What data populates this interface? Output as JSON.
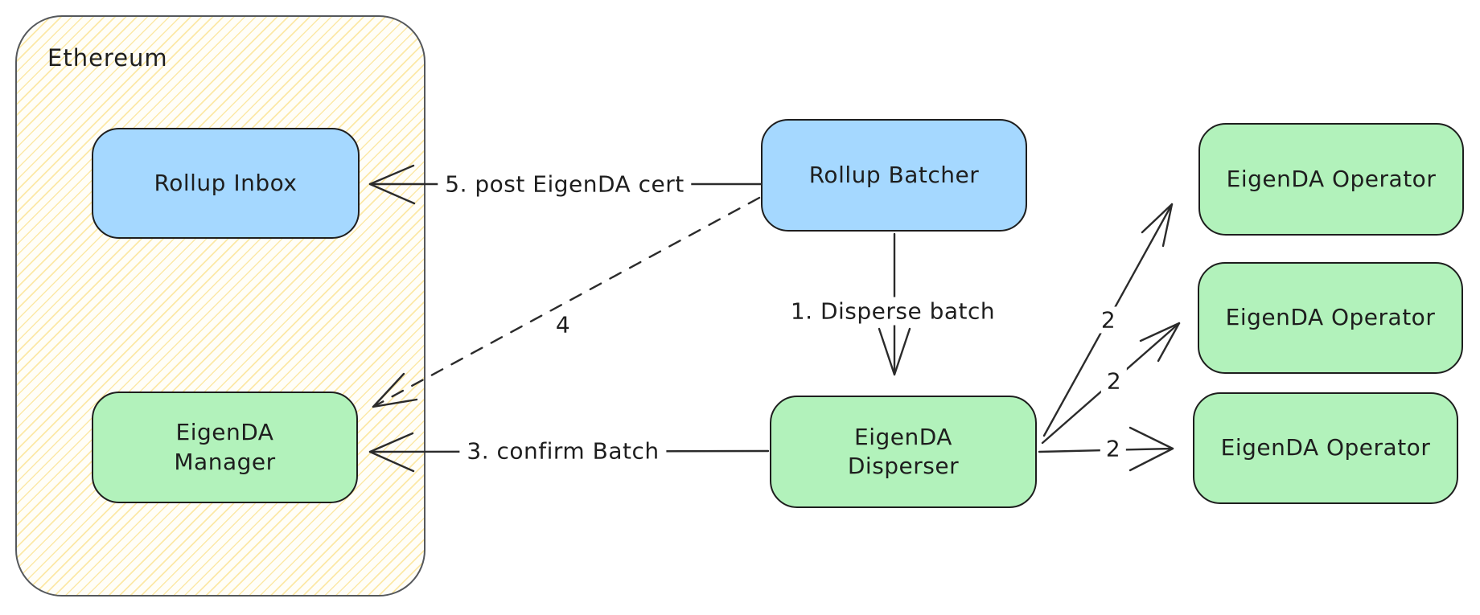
{
  "diagram": {
    "container": {
      "label": "Ethereum"
    },
    "nodes": {
      "rollup_inbox": {
        "label": "Rollup Inbox",
        "fill": "#a5d8ff"
      },
      "eigenda_manager": {
        "label": "EigenDA\nManager",
        "fill": "#b2f2bb"
      },
      "rollup_batcher": {
        "label": "Rollup Batcher",
        "fill": "#a5d8ff"
      },
      "eigenda_disperser": {
        "label": "EigenDA\nDisperser",
        "fill": "#b2f2bb"
      },
      "operators": [
        {
          "label": "EigenDA Operator",
          "fill": "#b2f2bb"
        },
        {
          "label": "EigenDA Operator",
          "fill": "#b2f2bb"
        },
        {
          "label": "EigenDA Operator",
          "fill": "#b2f2bb"
        }
      ]
    },
    "edges": {
      "disperse_batch": {
        "label": "1. Disperse batch",
        "style": "solid",
        "from": "rollup_batcher",
        "to": "eigenda_disperser"
      },
      "shard_1": {
        "label": "2",
        "style": "solid",
        "from": "eigenda_disperser",
        "to": "operator_1"
      },
      "shard_2": {
        "label": "2",
        "style": "solid",
        "from": "eigenda_disperser",
        "to": "operator_2"
      },
      "shard_3": {
        "label": "2",
        "style": "solid",
        "from": "eigenda_disperser",
        "to": "operator_3"
      },
      "confirm_batch": {
        "label": "3. confirm Batch",
        "style": "solid",
        "from": "eigenda_disperser",
        "to": "eigenda_manager"
      },
      "dashed_cert": {
        "label": "4",
        "style": "dashed",
        "from": "rollup_batcher",
        "to": "eigenda_manager"
      },
      "post_cert": {
        "label": "5. post EigenDA cert",
        "style": "solid",
        "from": "rollup_batcher",
        "to": "rollup_inbox"
      }
    },
    "colors": {
      "node_blue": "#a5d8ff",
      "node_green": "#b2f2bb",
      "shape_stroke": "#1e1e1e",
      "edge_stroke": "#2b2b2b",
      "container_border": "#55585c",
      "container_hatch": "#ffec99",
      "background": "#ffffff"
    }
  }
}
